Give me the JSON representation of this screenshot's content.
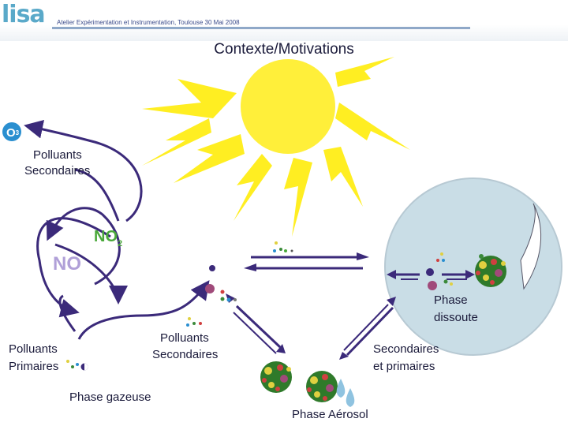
{
  "header": {
    "logo": "lisa",
    "subtitle": "Atelier Expérimentation et Instrumentation, Toulouse 30 Mai 2008"
  },
  "slide": {
    "title": "Contexte/Motivations"
  },
  "labels": {
    "o3": "O",
    "o3_sub": "3",
    "no2": "NO",
    "no2_sub": "2",
    "no": "NO",
    "secondary_top_1": "Polluants",
    "secondary_top_2": "Secondaires",
    "primary_1": "Polluants",
    "primary_2": "Primaires",
    "secondary_mid_1": "Polluants",
    "secondary_mid_2": "Secondaires",
    "gas_phase": "Phase gazeuse",
    "dissolved_1": "Phase",
    "dissolved_2": "dissoute",
    "sec_prim_1": "Secondaires",
    "sec_prim_2": "et primaires",
    "aerosol_phase": "Phase Aérosol"
  },
  "colors": {
    "sun": "#ffef3a",
    "ray": "#ffee22",
    "arrow": "#3b2a7a",
    "no2": "#4aa83a",
    "no": "#b0a0d8",
    "droplet": "#c9dde6",
    "o3_circle": "#2a8fd0",
    "text": "#1a1a3a"
  }
}
